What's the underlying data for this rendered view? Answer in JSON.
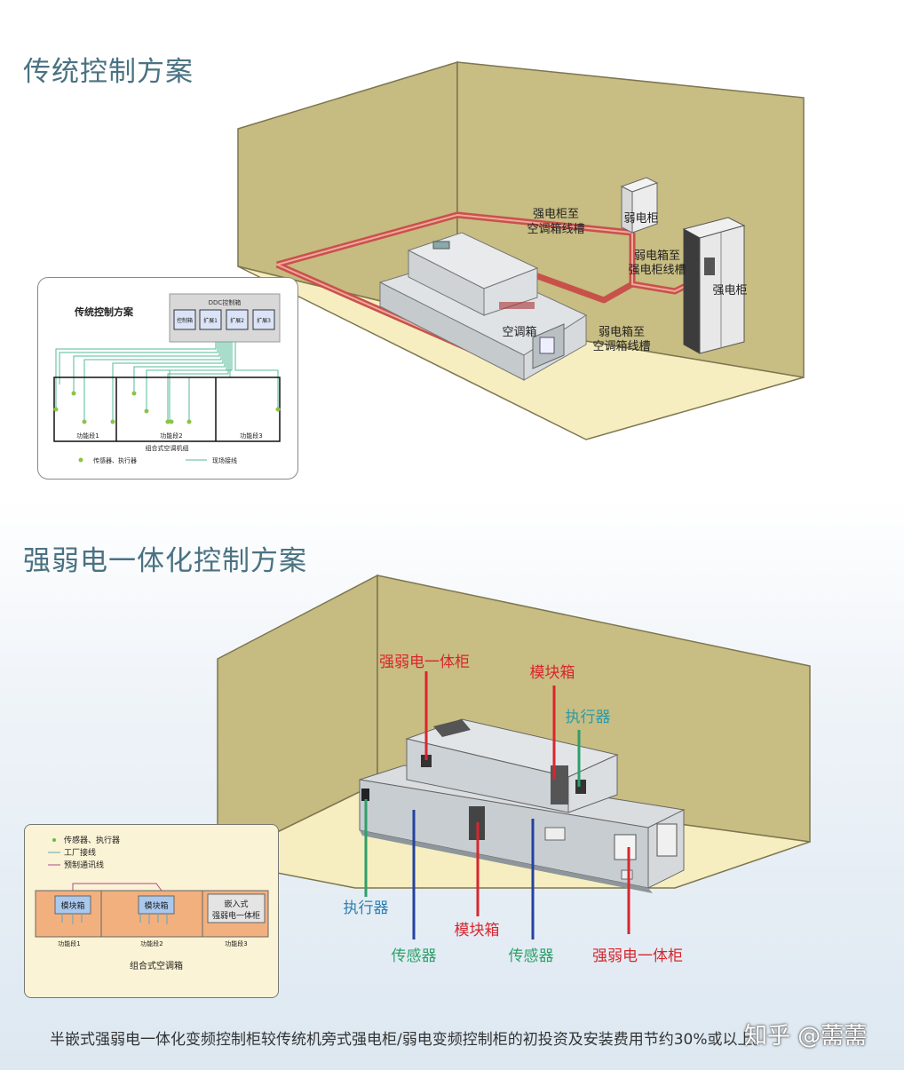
{
  "section1": {
    "title": "传统控制方案",
    "labels": {
      "cable1_l1": "强电柜至",
      "cable1_l2": "空调箱线槽",
      "weak_cabinet": "弱电柜",
      "cable2_l1": "弱电箱至",
      "cable2_l2": "强电柜线槽",
      "strong_cabinet": "强电柜",
      "ahu": "空调箱",
      "cable3_l1": "弱电箱至",
      "cable3_l2": "空调箱线槽"
    },
    "inset": {
      "title": "传统控制方案",
      "ddc_title": "DDC控制箱",
      "modules": [
        "控制箱",
        "扩展1",
        "扩展2",
        "扩展3"
      ],
      "sections": [
        "功能段1",
        "功能段2",
        "功能段3"
      ],
      "unit_name": "组合式空调机组",
      "legend_sensor": "传感器、执行器",
      "legend_wire": "现场接线"
    }
  },
  "section2": {
    "title": "强弱电一体化控制方案",
    "labels": {
      "integrated_top": "强弱电一体柜",
      "module_top": "模块箱",
      "actuator_top": "执行器",
      "actuator_left": "执行器",
      "module_bottom": "模块箱",
      "sensor_left": "传感器",
      "sensor_right": "传感器",
      "integrated_bottom": "强弱电一体柜"
    },
    "inset": {
      "legend_sensor": "传感器、执行器",
      "legend_factory": "工厂接线",
      "legend_comm": "预制通讯线",
      "module1": "模块箱",
      "module2": "模块箱",
      "embedded_l1": "嵌入式",
      "embedded_l2": "强弱电一体柜",
      "sections": [
        "功能段1",
        "功能段2",
        "功能段3"
      ],
      "unit_name": "组合式空调箱"
    }
  },
  "footer": "半嵌式强弱电一体化变频控制柜较传统机旁式强电柜/弱电变频控制柜的初投资及安装费用节约30%或以上。",
  "watermark": "知乎 @薷薷",
  "colors": {
    "wall": "#c6bb80",
    "floor": "#f6eec0",
    "duct": "#c8524a",
    "red_label": "#d8262e",
    "green_label": "#2da06a",
    "blue_label": "#2c7fb0",
    "title": "#4a7282"
  }
}
